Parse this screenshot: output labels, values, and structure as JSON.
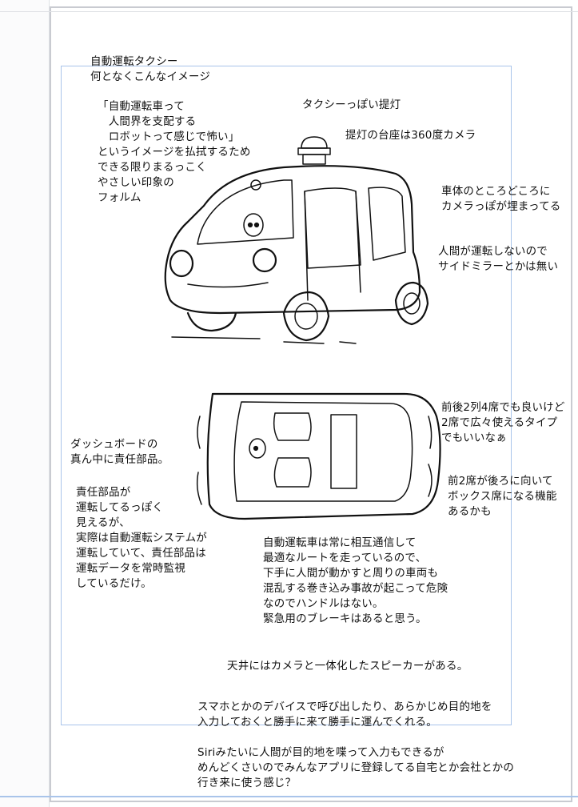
{
  "annotations": {
    "title": "自動運転タクシー\n何となくこんなイメージ",
    "concept": "「自動運転車って\n　人間界を支配する\n　ロボットって感じで怖い」\nというイメージを払拭するため\nできる限りまるっこく\nやさしい印象の\nフォルム",
    "lantern": "タクシーっぽい提灯",
    "lantern_base": "提灯の台座は360度カメラ",
    "body_cameras": "車体のところどころに\nカメラっぽが埋まってる",
    "no_mirrors": "人間が運転しないので\nサイドミラーとかは無い",
    "seats_layout": "前後2列4席でも良いけど\n2席で広々使えるタイプ\nでもいいなぁ",
    "seats_rotate": "前2席が後ろに向いて\nボックス席になる機能\nあるかも",
    "dashboard": "ダッシュボードの\n真ん中に責任部品。",
    "responsibility": "責任部品が\n運転してるっぽく\n見えるが、\n実際は自動運転システムが\n運転していて、責任部品は\n運転データを常時監視\nしているだけ。",
    "communication": "自動運転車は常に相互通信して\n最適なルートを走っているので、\n下手に人間が動かすと周りの車両も\n混乱する巻き込み事故が起こって危険\nなのでハンドルはない。\n緊急用のブレーキはあると思う。",
    "ceiling": "天井にはカメラと一体化したスピーカーがある。",
    "summon": "スマホとかのデバイスで呼び出したり、あらかじめ目的地を\n入力しておくと勝手に来て勝手に運んでくれる。",
    "siri": "Siriみたいに人間が目的地を喋って入力もできるが\nめんどくさいのでみんなアプリに登録してる自宅とか会社とかの\n行き来に使う感じ？"
  },
  "colors": {
    "frame_outer": "#c9cbd1",
    "frame_inner": "#a9c4ea",
    "ink": "#111111",
    "paper": "#ffffff"
  }
}
